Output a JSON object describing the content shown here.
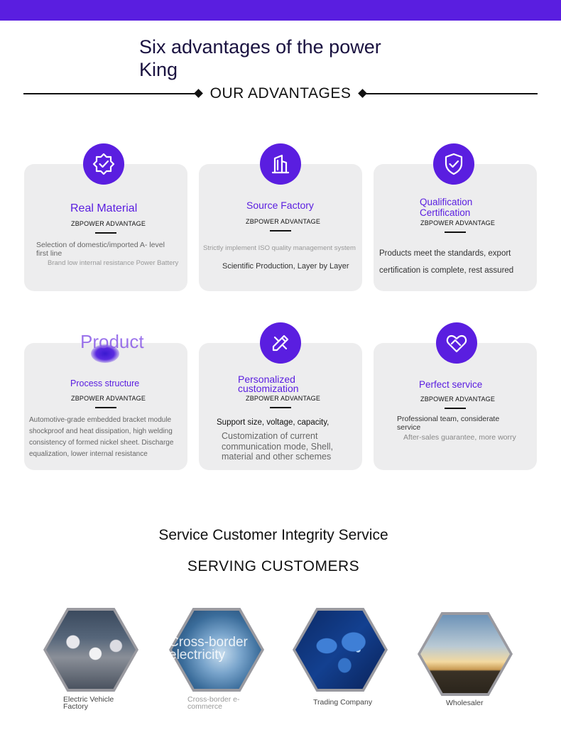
{
  "header": {
    "title": "Six advantages of the power King",
    "subtitle": "OUR ADVANTAGES"
  },
  "advantages": [
    {
      "icon": "badge-check-icon",
      "title": "Real Material",
      "tag": "ZBPOWER ADVANTAGE",
      "text1": "Selection of domestic/imported A- level first line",
      "text2": "Brand low internal resistance Power Battery"
    },
    {
      "icon": "building-icon",
      "title": "Source Factory",
      "tag": "ZBPOWER ADVANTAGE",
      "text1": "Strictly implement ISO quality management system",
      "text2": "Scientific Production, Layer by Layer"
    },
    {
      "icon": "shield-check-icon",
      "title": "Qualification Certification",
      "tag": "ZBPOWER ADVANTAGE",
      "text1": "Products meet the standards, export certification is complete, rest assured"
    },
    {
      "icon": "product-blob",
      "overlay": "Product",
      "title": "Process structure",
      "tag": "ZBPOWER ADVANTAGE",
      "text1": "Automotive-grade embedded bracket module shockproof and heat dissipation, high welding consistency of formed nickel sheet. Discharge equalization, lower internal resistance"
    },
    {
      "icon": "pencil-ruler-icon",
      "title": "Personalized customization",
      "tag": "ZBPOWER ADVANTAGE",
      "text1": "Support size, voltage, capacity,",
      "text2": "Customization of current communication mode, Shell, material and other schemes"
    },
    {
      "icon": "heart-handshake-icon",
      "title": "Perfect service",
      "tag": "ZBPOWER ADVANTAGE",
      "text1": "Professional team, considerate service",
      "text2": "After-sales guarantee, more worry"
    }
  ],
  "service": {
    "title": "Service Customer Integrity Service",
    "subtitle": "SERVING CUSTOMERS",
    "customers": [
      {
        "label": "Electric Vehicle Factory",
        "image": "factory-photo"
      },
      {
        "label": "Cross-border e-commerce",
        "overlay": "Cross-border electricity",
        "image": "globe-photo"
      },
      {
        "label": "Trading Company",
        "image": "world-map-photo"
      },
      {
        "label": "Wholesaler",
        "image": "business-people-photo"
      }
    ]
  },
  "colors": {
    "accent": "#5a1ee0",
    "card_bg": "#ededee"
  }
}
